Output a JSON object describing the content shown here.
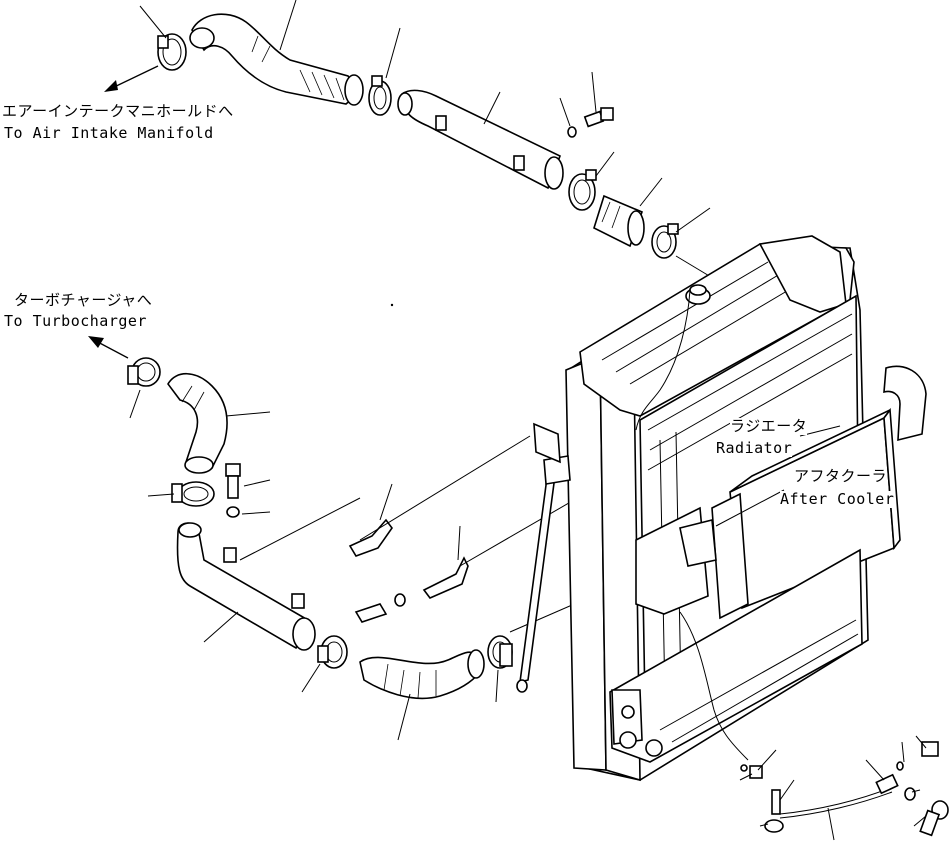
{
  "labels": {
    "air_intake_jp": "エアーインテークマニホールドへ",
    "air_intake_en": "To Air Intake Manifold",
    "turbo_jp": "ターボチャージャへ",
    "turbo_en": "To Turbocharger",
    "radiator_jp": "ラジエータ",
    "radiator_en": "Radiator",
    "aftercooler_jp": "アフタクーラ",
    "aftercooler_en": "After Cooler"
  }
}
